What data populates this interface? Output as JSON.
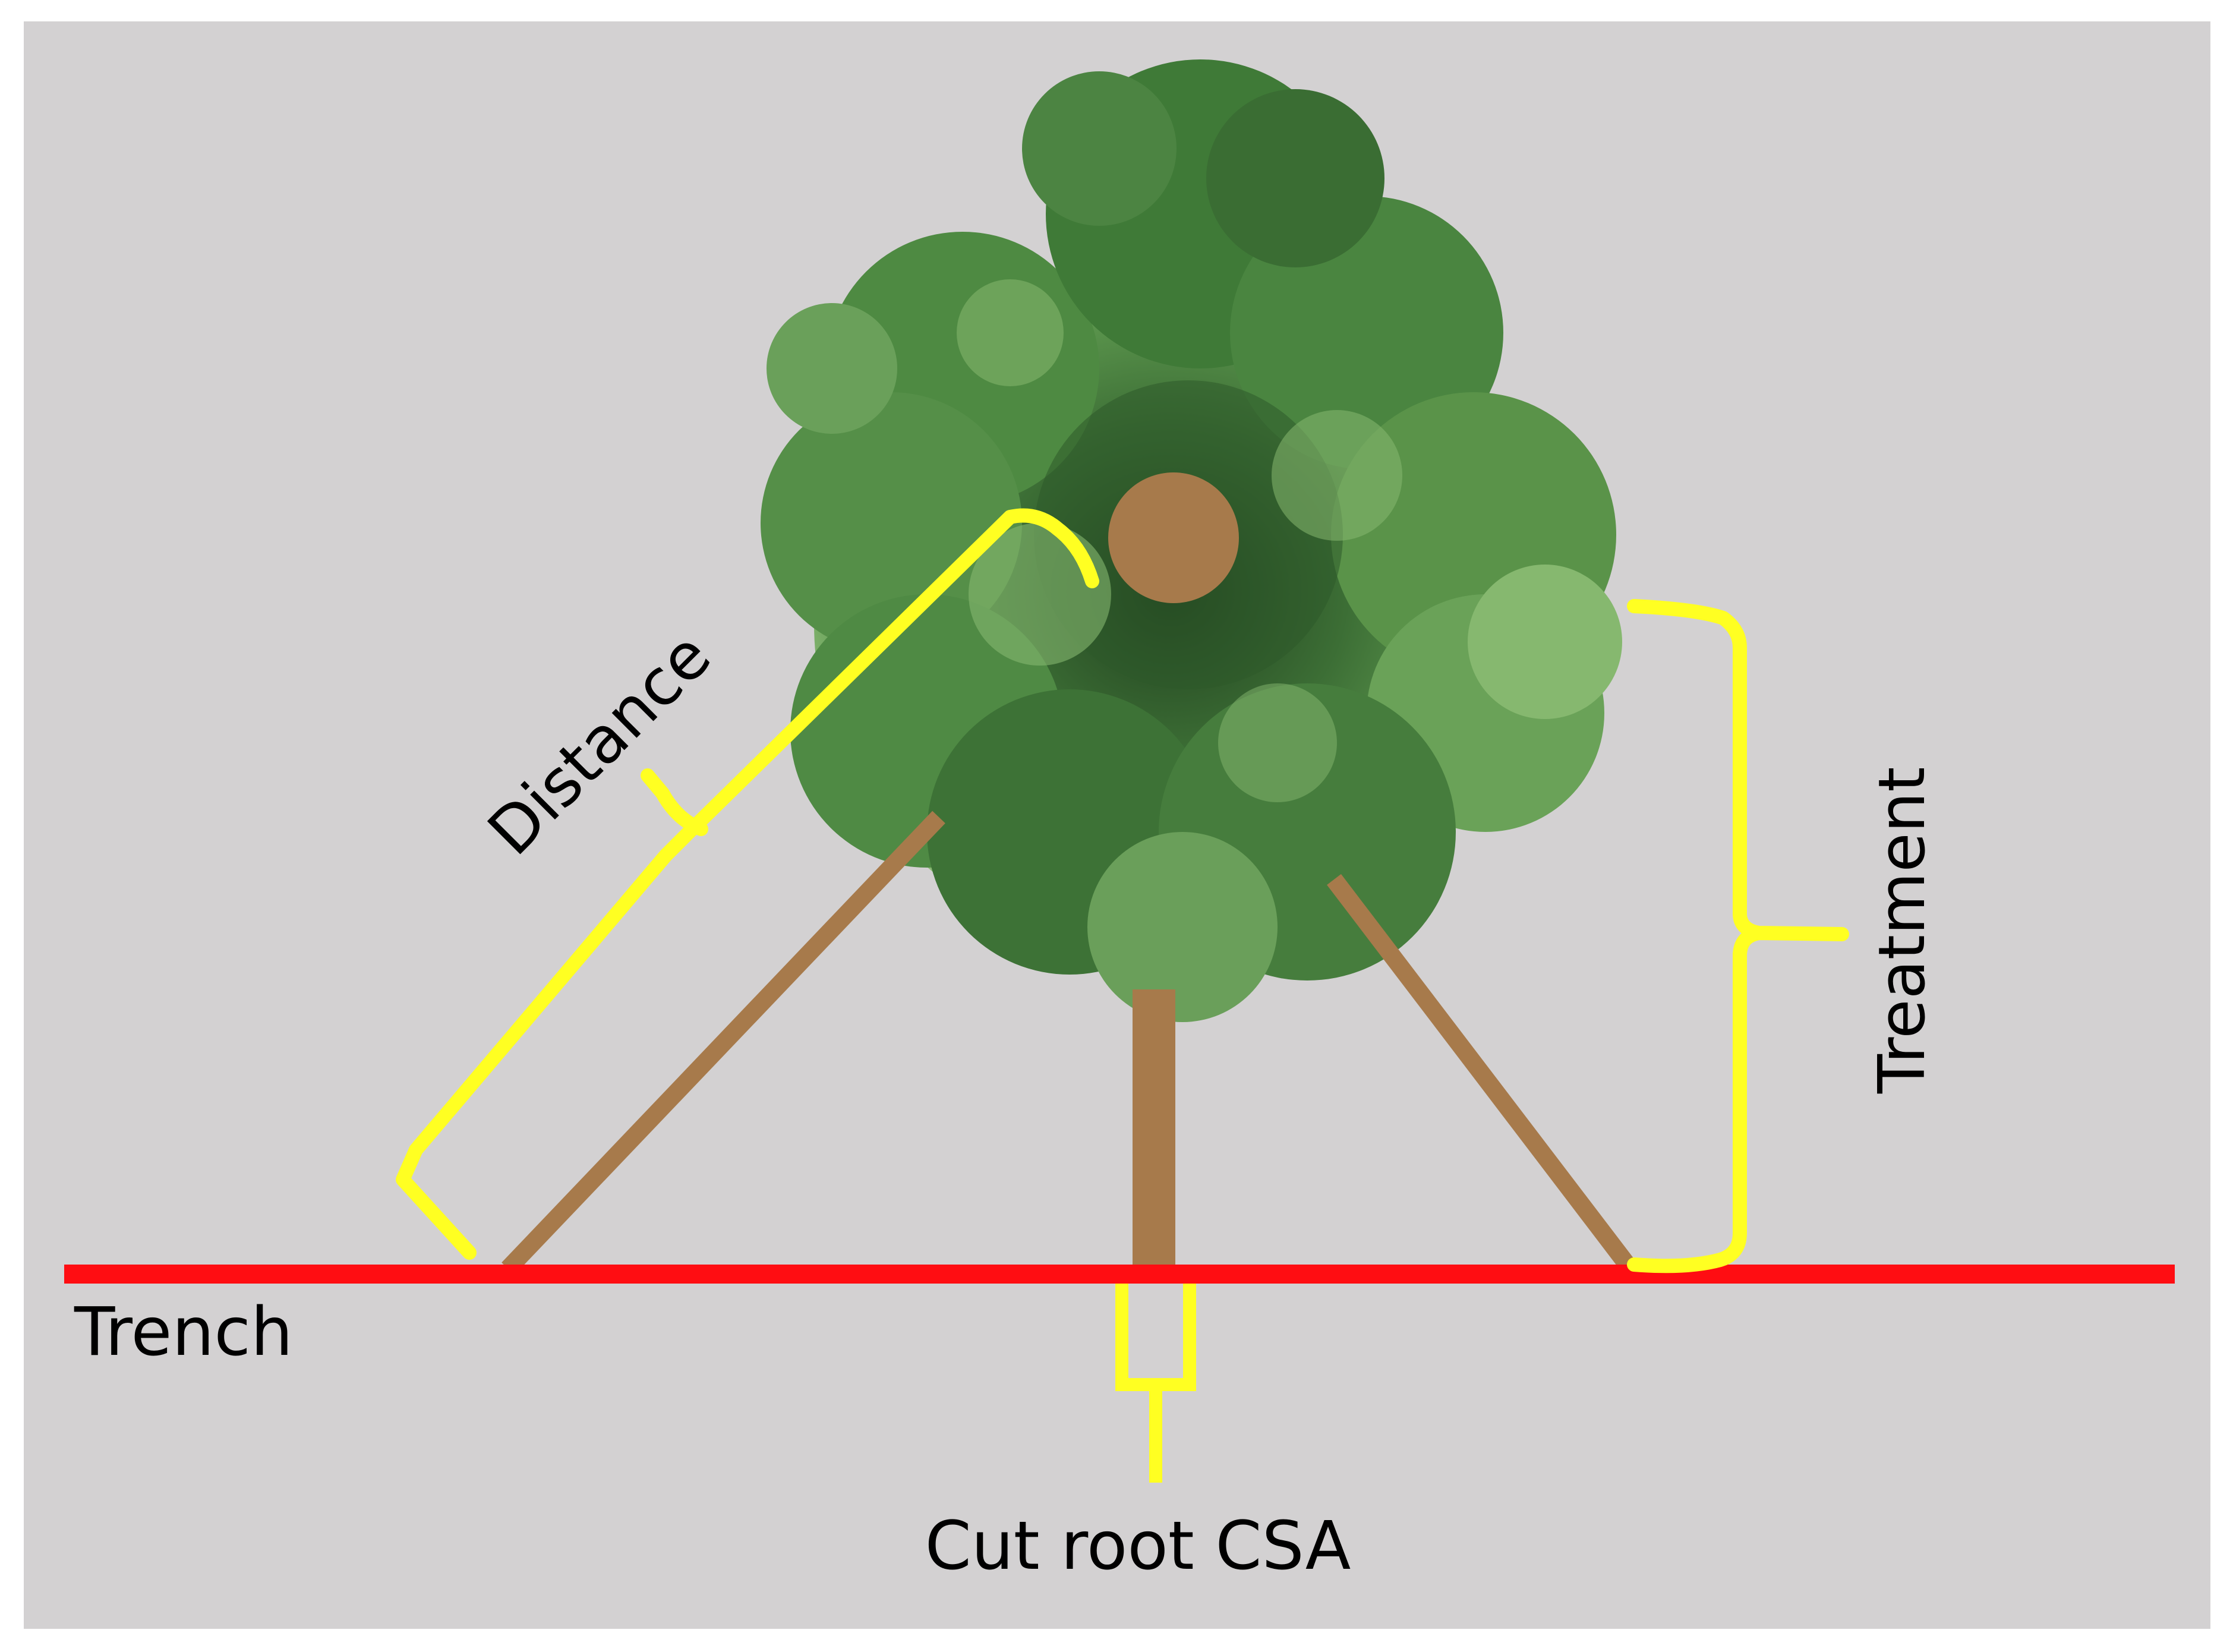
{
  "labels": {
    "distance": "Distance",
    "treatment": "Treatment",
    "trench": "Trench",
    "cut_root": "Cut root CSA"
  },
  "colors": {
    "background": "#d3d1d2",
    "trench": "#ff0d12",
    "root": "#a77a4b",
    "trunk": "#a77a4b",
    "bracket": "#ffff22",
    "foliage_dark": "#2d5a2a",
    "foliage_mid": "#4e8a42",
    "foliage_light": "#86b86f"
  },
  "icons": [
    "tree-canopy",
    "tree-trunk-icon"
  ]
}
